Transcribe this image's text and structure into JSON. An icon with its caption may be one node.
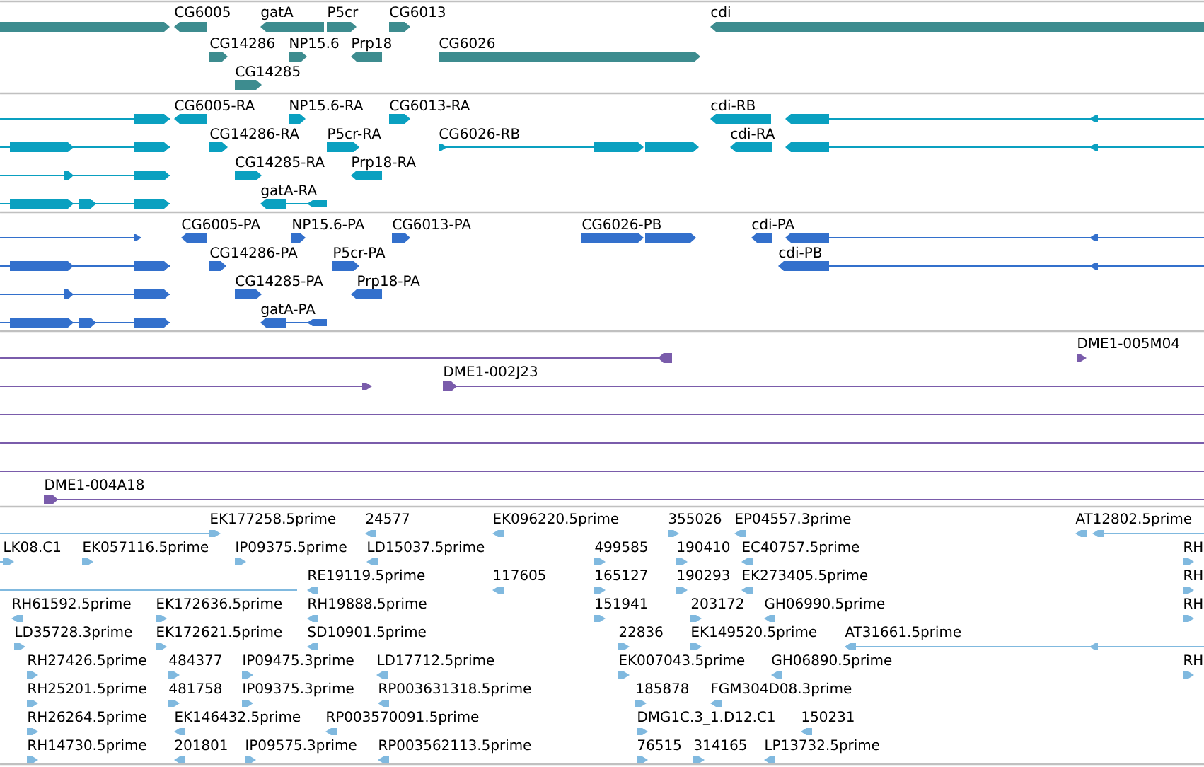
{
  "diagram": {
    "labels": [
      "CG6005",
      "gatA",
      "P5cr",
      "CG6013",
      "cdi",
      "CG14286",
      "NP15.6",
      "Prp18",
      "CG6026",
      "CG14285",
      "CG6005-RA",
      "NP15.6-RA",
      "CG6013-RA",
      "cdi-RB",
      "CG14286-RA",
      "P5cr-RA",
      "CG6026-RB",
      "cdi-RA",
      "CG14285-RA",
      "Prp18-RA",
      "gatA-RA",
      "CG6005-PA",
      "NP15.6-PA",
      "CG6013-PA",
      "CG6026-PB",
      "cdi-PA",
      "CG14286-PA",
      "P5cr-PA",
      "cdi-PB",
      "CG14285-PA",
      "Prp18-PA",
      "gatA-PA",
      "DME1-005M04",
      "DME1-002J23",
      "DME1-004A18",
      "EK177258.5prime",
      "24577",
      "EK096220.5prime",
      "355026",
      "EP04557.3prime",
      "AT12802.5prime",
      "LK08.C1",
      "EK057116.5prime",
      "IP09375.5prime",
      "LD15037.5prime",
      "499585",
      "190410",
      "EC40757.5prime",
      "RH",
      "RE19119.5prime",
      "117605",
      "165127",
      "190293",
      "EK273405.5prime",
      "RH",
      "RH61592.5prime",
      "EK172636.5prime",
      "RH19888.5prime",
      "151941",
      "203172",
      "GH06990.5prime",
      "RH",
      "LD35728.3prime",
      "EK172621.5prime",
      "SD10901.5prime",
      "22836",
      "EK149520.5prime",
      "AT31661.5prime",
      "RH27426.5prime",
      "484377",
      "IP09475.3prime",
      "LD17712.5prime",
      "EK007043.5prime",
      "GH06890.5prime",
      "RH",
      "RH25201.5prime",
      "481758",
      "IP09375.3prime",
      "RP003631318.5prime",
      "185878",
      "FGM304D08.3prime",
      "RH26264.5prime",
      "EK146432.5prime",
      "RP003570091.5prime",
      "DMG1C.3_1.D12.C1",
      "150231",
      "RH14730.5prime",
      "201801",
      "IP09575.3prime",
      "RP003562113.5prime",
      "76515",
      "314165",
      "LP13732.5prime"
    ]
  }
}
